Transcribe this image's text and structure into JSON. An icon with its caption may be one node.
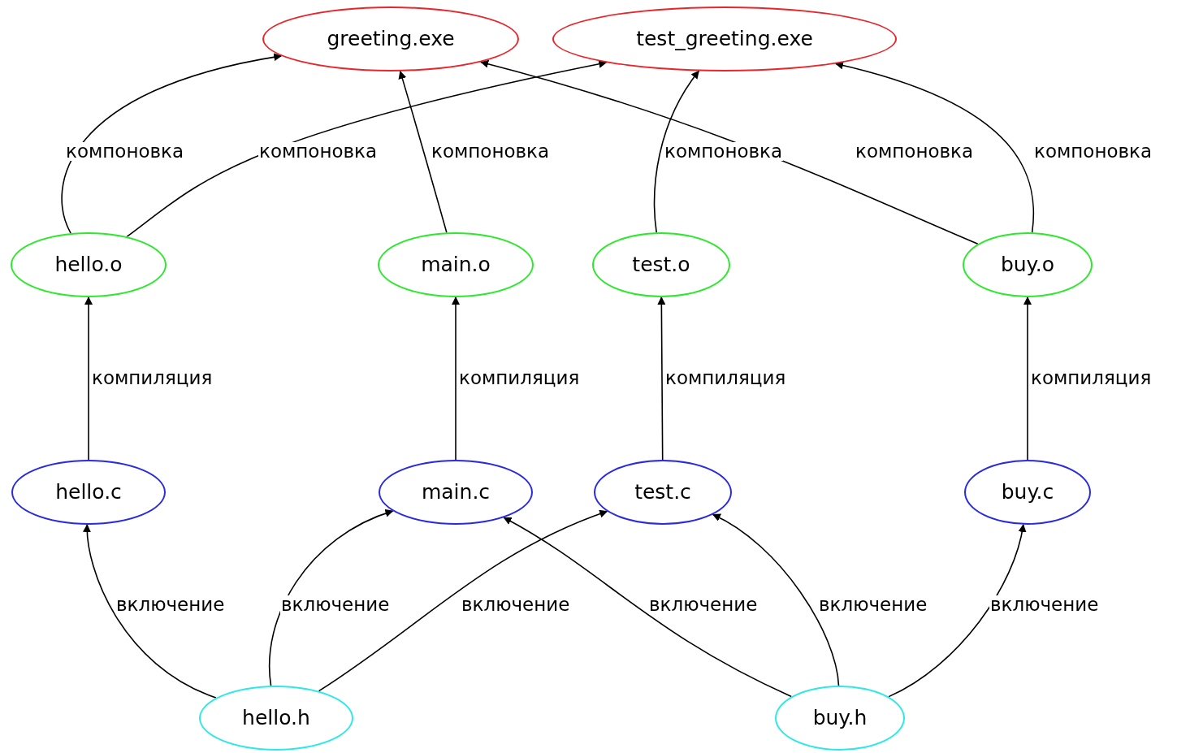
{
  "diagram": {
    "nodes": [
      {
        "text": [
          "greeting.exe"
        ]
      },
      {
        "text": [
          "test_greeting.exe"
        ]
      },
      {
        "text": [
          "hello.o"
        ]
      },
      {
        "text": [
          "main.o"
        ]
      },
      {
        "text": [
          "test.o"
        ]
      },
      {
        "text": [
          "buy.o"
        ]
      },
      {
        "text": [
          "hello.c"
        ]
      },
      {
        "text": [
          "main.c"
        ]
      },
      {
        "text": [
          "test.c"
        ]
      },
      {
        "text": [
          "buy.c"
        ]
      },
      {
        "text": [
          "hello.h"
        ]
      },
      {
        "text": [
          "buy.h"
        ]
      }
    ],
    "edges": [
      {
        "from": 2,
        "to": 0,
        "arrow": "to",
        "label": "компоновка"
      },
      {
        "from": 2,
        "to": 1,
        "arrow": "to",
        "label": "компоновка"
      },
      {
        "from": 3,
        "to": 0,
        "arrow": "to",
        "label": "компоновка"
      },
      {
        "from": 4,
        "to": 1,
        "arrow": "to",
        "label": "компоновка"
      },
      {
        "from": 5,
        "to": 0,
        "arrow": "to",
        "label": "компоновка"
      },
      {
        "from": 5,
        "to": 1,
        "arrow": "to",
        "label": "компоновка"
      },
      {
        "from": 6,
        "to": 2,
        "arrow": "to",
        "label": "компиляция"
      },
      {
        "from": 7,
        "to": 3,
        "arrow": "to",
        "label": "компиляция"
      },
      {
        "from": 8,
        "to": 4,
        "arrow": "to",
        "label": "компиляция"
      },
      {
        "from": 9,
        "to": 5,
        "arrow": "to",
        "label": "компиляция"
      },
      {
        "from": 10,
        "to": 6,
        "arrow": "to",
        "label": "включение"
      },
      {
        "from": 10,
        "to": 7,
        "arrow": "to",
        "label": "включение"
      },
      {
        "from": 10,
        "to": 8,
        "arrow": "to",
        "label": "включение"
      },
      {
        "from": 11,
        "to": 7,
        "arrow": "to",
        "label": "включение"
      },
      {
        "from": 11,
        "to": 8,
        "arrow": "to",
        "label": "включение"
      },
      {
        "from": 11,
        "to": 9,
        "arrow": "to",
        "label": "включение"
      }
    ]
  }
}
